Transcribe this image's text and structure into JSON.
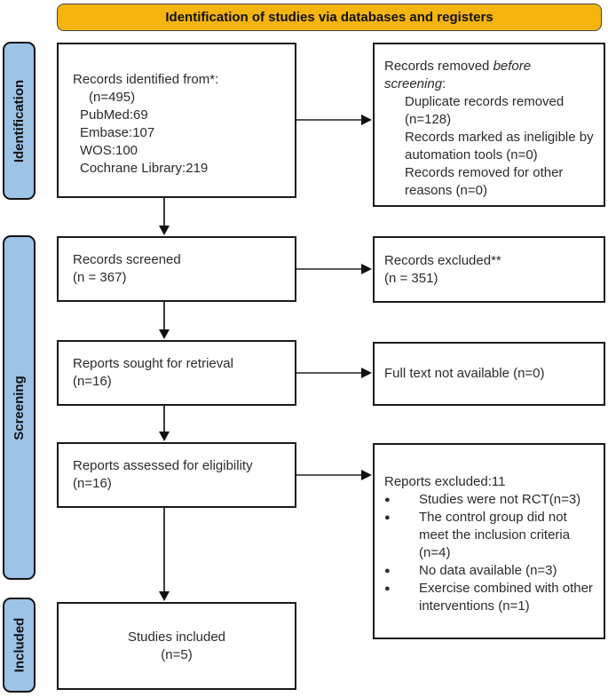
{
  "banner": {
    "label": "Identification of studies via databases and registers"
  },
  "colors": {
    "banner_bg": "#F6B40E",
    "sidebar_bg": "#9DC3E6",
    "box_border": "#1a1a1a",
    "arrow_line": "#595959",
    "arrow_head": "#111111"
  },
  "sidebar": {
    "identification": "Identification",
    "screening": "Screening",
    "included": "Included"
  },
  "boxes": {
    "identified": {
      "title": "Records identified from*:",
      "total": "(n=495)",
      "sources": [
        "PubMed:69",
        "Embase:107",
        "WOS:100",
        "Cochrane Library:219"
      ]
    },
    "removed": {
      "title_prefix": "Records removed ",
      "title_italic": "before screening",
      "title_suffix": ":",
      "items": [
        "Duplicate records removed (n=128)",
        "Records marked as ineligible by automation tools (n=0)",
        "Records removed for other reasons (n=0)"
      ]
    },
    "screened": {
      "line1": "Records screened",
      "line2": "(n = 367)"
    },
    "excluded": {
      "line1": "Records excluded**",
      "line2": "(n = 351)"
    },
    "sought": {
      "line1": "Reports sought for retrieval",
      "line2": "(n=16)"
    },
    "not_available": {
      "line1": "Full text not available (n=0)"
    },
    "assessed": {
      "line1": "Reports assessed for eligibility",
      "line2": "(n=16)"
    },
    "reports_excluded": {
      "title": "Reports excluded:11",
      "bullet": "●",
      "items": [
        "Studies were not RCT(n=3)",
        "The control group did not meet the inclusion criteria (n=4)",
        "No data available (n=3)",
        "Exercise combined with other interventions (n=1)"
      ]
    },
    "included_studies": {
      "line1": "Studies included",
      "line2": "(n=5)"
    }
  }
}
